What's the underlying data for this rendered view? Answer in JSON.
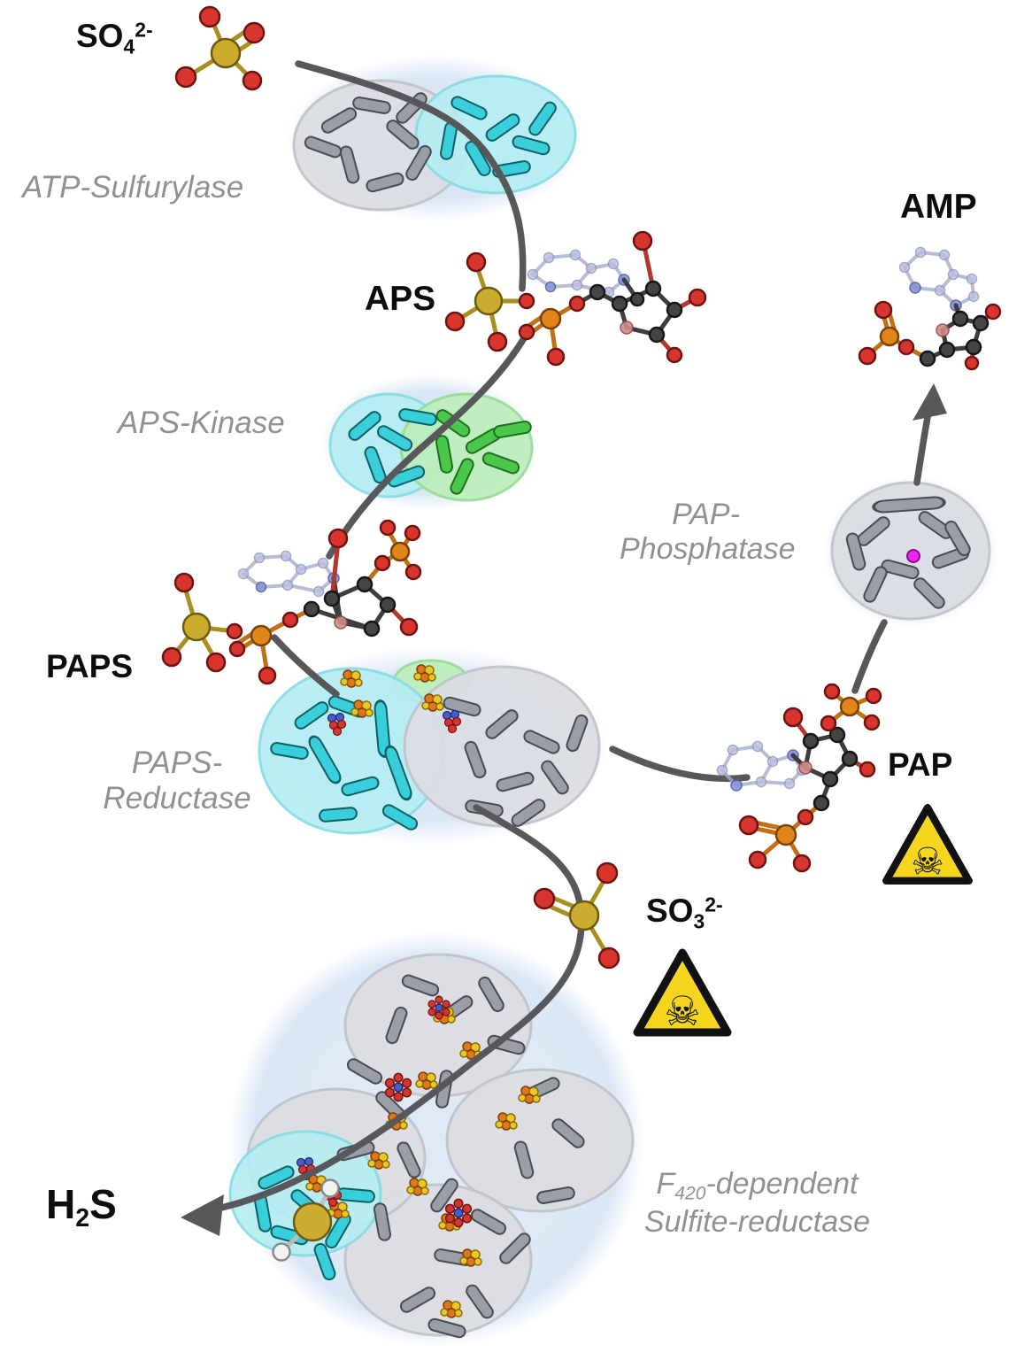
{
  "labels": {
    "so4": {
      "base": "SO",
      "sub": "4",
      "sup": "2-"
    },
    "aps": "APS",
    "paps": "PAPS",
    "so3": {
      "base": "SO",
      "sub": "3",
      "sup": "2-"
    },
    "pap": "PAP",
    "amp": "AMP",
    "h2s": {
      "base": "H",
      "sub": "2",
      "tail": "S"
    }
  },
  "enzymes": {
    "atp_sulfurylase": "ATP-Sulfurylase",
    "aps_kinase": "APS-Kinase",
    "paps_reductase": {
      "line1": "PAPS-",
      "line2": "Reductase"
    },
    "pap_phosphatase": {
      "line1": "PAP-",
      "line2": "Phosphatase"
    },
    "f420_sulfite_reductase": {
      "prefix": "F",
      "sub": "420",
      "suffix": "-dependent",
      "line2": "Sulfite-reductase"
    }
  },
  "icons": {
    "hazard_glyph": "☠",
    "hazard_name": "toxic-skull-and-crossbones"
  },
  "colors": {
    "background": "#ffffff",
    "bubble": "#dbe7f5",
    "arrow": "#58585a",
    "label_dark": "#0d0d0d",
    "label_gray": "#8f9193",
    "hazard_yellow": "#f5d51d",
    "sulfur": "#ccac2e",
    "oxygen": "#d8352e",
    "phosphorus": "#e2861a",
    "carbon": "#454545",
    "nitrogen": "#4a5cc8",
    "hydrogen": "#f2f2f2",
    "protein_gray": "#9a9ea6",
    "protein_cyan": "#38cfda",
    "protein_green": "#4bc84b",
    "fes_orange": "#e07818",
    "fes_yellow": "#ecc723",
    "ion_magenta": "#ee22ee"
  }
}
